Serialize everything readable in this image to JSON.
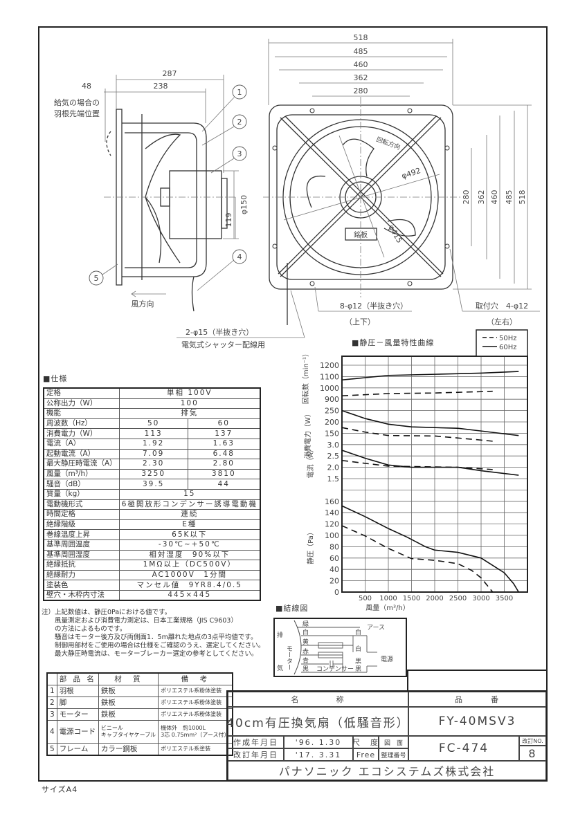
{
  "side_view": {
    "dims": {
      "d287": "287",
      "d238": "238",
      "d48": "48",
      "d119": "119",
      "d150": "φ150"
    },
    "supply_note_1": "給気の場合の",
    "supply_note_2": "羽根先端位置",
    "wind_direction": "風方向",
    "callouts": [
      "1",
      "2",
      "3",
      "4",
      "5"
    ],
    "hole_note": "2-φ15（半抜き穴）",
    "hole_note_sub": "電気式シャッター配線用"
  },
  "front_view": {
    "dims_top": [
      "518",
      "485",
      "460",
      "362",
      "280"
    ],
    "dims_right": [
      "280",
      "362",
      "460",
      "485",
      "518"
    ],
    "phi_outer": "φ492",
    "phi_inner": "φ415",
    "rotation": "回転方向",
    "nameplate": "銘板",
    "holes_top_bottom": "8-φ12（半抜き穴）",
    "holes_top_bottom_sub": "（上下）",
    "mount_holes": "取付穴　4-φ12",
    "mount_holes_sub": "（左右）"
  },
  "spec": {
    "title": "■仕様",
    "rows": [
      {
        "label": "定格",
        "value": "単相 100V"
      },
      {
        "label": "公称出力（W）",
        "value": "100"
      },
      {
        "label": "機能",
        "value": "排気"
      },
      {
        "label": "周波数（Hz）",
        "v50": "50",
        "v60": "60"
      },
      {
        "label": "消費電力（W）",
        "v50": "113",
        "v60": "137"
      },
      {
        "label": "電流（A）",
        "v50": "1.92",
        "v60": "1.63"
      },
      {
        "label": "起動電流（A）",
        "v50": "7.09",
        "v60": "6.48"
      },
      {
        "label": "最大静圧時電流（A）",
        "v50": "2.30",
        "v60": "2.80"
      },
      {
        "label": "風量（m³/h）",
        "v50": "3250",
        "v60": "3810"
      },
      {
        "label": "騒音（dB）",
        "v50": "39.5",
        "v60": "44"
      },
      {
        "label": "質量（kg）",
        "value": "15"
      },
      {
        "label": "電動機形式",
        "value": "6極開放形コンデンサー誘導電動機"
      },
      {
        "label": "時間定格",
        "value": "連続"
      },
      {
        "label": "絶縁階級",
        "value": "E種"
      },
      {
        "label": "巻線温度上昇",
        "value": "65K以下"
      },
      {
        "label": "基準周囲温度",
        "value": "-30℃~+50℃"
      },
      {
        "label": "基準周囲湿度",
        "value": "相対湿度　90%以下"
      },
      {
        "label": "絶縁抵抗",
        "value": "1MΩ以上（DC500V）"
      },
      {
        "label": "絶縁耐力",
        "value": "AC1000V　1分間"
      },
      {
        "label": "塗装色",
        "value": "マンセル値　9YR8.4/0.5"
      },
      {
        "label": "壁穴・木枠内寸法",
        "value": "445×445"
      }
    ]
  },
  "notes": [
    "注）上記数値は、静圧0Paにおける値です。",
    "　　風量測定および消費電力測定は、日本工業規格（JIS C9603）",
    "　　の方法によるものです。",
    "　　騒音はモーター後方及び両側面1．5m離れた地点の3点平均値です。",
    "　　制御用部材をご使用の場合は仕様をご確認のうえ、選定してください。",
    "　　最大静圧時電流は、モーターブレーカー選定の参考としてください。"
  ],
  "parts": {
    "headers": [
      "",
      "部 品 名",
      "材　質",
      "備　考"
    ],
    "rows": [
      {
        "no": "1",
        "name": "羽根",
        "material": "鉄板",
        "note": "ポリエステル系粉体塗装"
      },
      {
        "no": "2",
        "name": "脚",
        "material": "鉄板",
        "note": "ポリエステル系粉体塗装"
      },
      {
        "no": "3",
        "name": "モーター",
        "material": "鉄板",
        "note": "ポリエステル系粉体塗装"
      },
      {
        "no": "4",
        "name": "電源コード",
        "material": "ビニール\nキャブタイヤケーブル",
        "note": "機体外　約1000L\n3芯 0.75mm²（アース付）"
      },
      {
        "no": "5",
        "name": "フレーム",
        "material": "カラー鋼板",
        "note": "ポリエステル系塗装"
      }
    ]
  },
  "wiring": {
    "title": "■結線図",
    "exhaust_1": "排",
    "exhaust_2": "気",
    "motor": "モーター",
    "wires": [
      "緑",
      "白",
      "黄",
      "赤",
      "青",
      "黒"
    ],
    "earth": "アース",
    "white_1": "白",
    "white_2": "白",
    "black_1": "黒",
    "black_2": "黒",
    "capacitor": "コンデンサー",
    "power": "電源"
  },
  "title_block": {
    "name_header": "名　　　　称",
    "product_header": "品　　　番",
    "name": "40cm有圧換気扇（低騒音形）",
    "model": "FY-40MSV3",
    "created_label": "作成年月日",
    "created": "'96. 1.30",
    "revised_label": "改訂年月日",
    "revised": "'17. 3.31",
    "scale_label": "尺　度",
    "scale": "Free",
    "drawing_label_1": "図　面",
    "drawing_label_2": "整理番号",
    "drawing_no": "FC-474",
    "rev_label": "改訂NO.",
    "rev": "8",
    "company": "パナソニック エコシステムズ株式会社"
  },
  "size_note": "サイズA4",
  "chart_data": {
    "type": "line",
    "title": "■静圧－風量特性曲線",
    "xlabel": "風量（m³/h）",
    "xlim": [
      0,
      4000
    ],
    "xticks": [
      0,
      500,
      1000,
      1500,
      2000,
      2500,
      3000,
      3500
    ],
    "grid": true,
    "legend": {
      "position": "top-right",
      "entries": [
        {
          "name": "50Hz",
          "style": "dashed"
        },
        {
          "name": "60Hz",
          "style": "solid"
        }
      ]
    },
    "panels": [
      {
        "name": "rpm",
        "ylabel": "回転数（min⁻¹）",
        "ticks": [
          "900",
          "1000",
          "1100",
          "1200"
        ],
        "tick_values": [
          900,
          1000,
          1100,
          1200
        ],
        "series": [
          {
            "name": "60Hz",
            "style": "solid",
            "x": [
              0,
              1000,
              2000,
              3000,
              3810
            ],
            "y": [
              1070,
              1110,
              1120,
              1130,
              1145
            ]
          },
          {
            "name": "50Hz",
            "style": "dashed",
            "x": [
              0,
              1000,
              2000,
              3250
            ],
            "y": [
              930,
              950,
              955,
              970
            ]
          }
        ]
      },
      {
        "name": "power",
        "ylabel": "消費電力（W）",
        "ticks": [
          "150",
          "200",
          "250"
        ],
        "tick_values": [
          150,
          200,
          250
        ],
        "series": [
          {
            "name": "60Hz",
            "style": "solid",
            "x": [
              0,
              500,
              1000,
              1500,
              2500,
              3000,
              3810
            ],
            "y": [
              250,
              215,
              190,
              178,
              172,
              160,
              140
            ]
          },
          {
            "name": "50Hz",
            "style": "dashed",
            "x": [
              0,
              500,
              1000,
              2000,
              3000,
              3250
            ],
            "y": [
              175,
              155,
              140,
              138,
              120,
              115
            ]
          }
        ]
      },
      {
        "name": "current",
        "ylabel": "電流（A）",
        "ticks": [
          "1.5",
          "2.0",
          "2.5",
          "3.0"
        ],
        "tick_values": [
          1.5,
          2.0,
          2.5,
          3.0
        ],
        "series": [
          {
            "name": "60Hz",
            "style": "solid",
            "x": [
              0,
              500,
              1000,
              1500,
              2500,
              3000,
              3810
            ],
            "y": [
              2.75,
              2.4,
              2.1,
              2.0,
              2.0,
              1.85,
              1.65
            ]
          },
          {
            "name": "50Hz",
            "style": "dashed",
            "x": [
              0,
              1000,
              2500,
              3250
            ],
            "y": [
              2.3,
              2.05,
              2.0,
              1.9
            ]
          }
        ]
      },
      {
        "name": "pressure",
        "ylabel": "静圧（Pa）",
        "ticks": [
          "0",
          "20",
          "40",
          "60",
          "80",
          "100",
          "120",
          "140",
          "160"
        ],
        "tick_values": [
          0,
          20,
          40,
          60,
          80,
          100,
          120,
          140,
          160
        ],
        "series": [
          {
            "name": "60Hz",
            "style": "solid",
            "x": [
              0,
              500,
              1000,
              1400,
              1800,
              2000,
              2500,
              3000,
              3500,
              3700,
              3810
            ],
            "y": [
              152,
              133,
              112,
              97,
              80,
              74,
              70,
              60,
              34,
              15,
              0
            ]
          },
          {
            "name": "50Hz",
            "style": "dashed",
            "x": [
              0,
              500,
              1000,
              1500,
              2000,
              2500,
              2800,
              3000,
              3250
            ],
            "y": [
              117,
              99,
              77,
              59,
              56,
              50,
              38,
              25,
              0
            ]
          }
        ]
      }
    ]
  }
}
